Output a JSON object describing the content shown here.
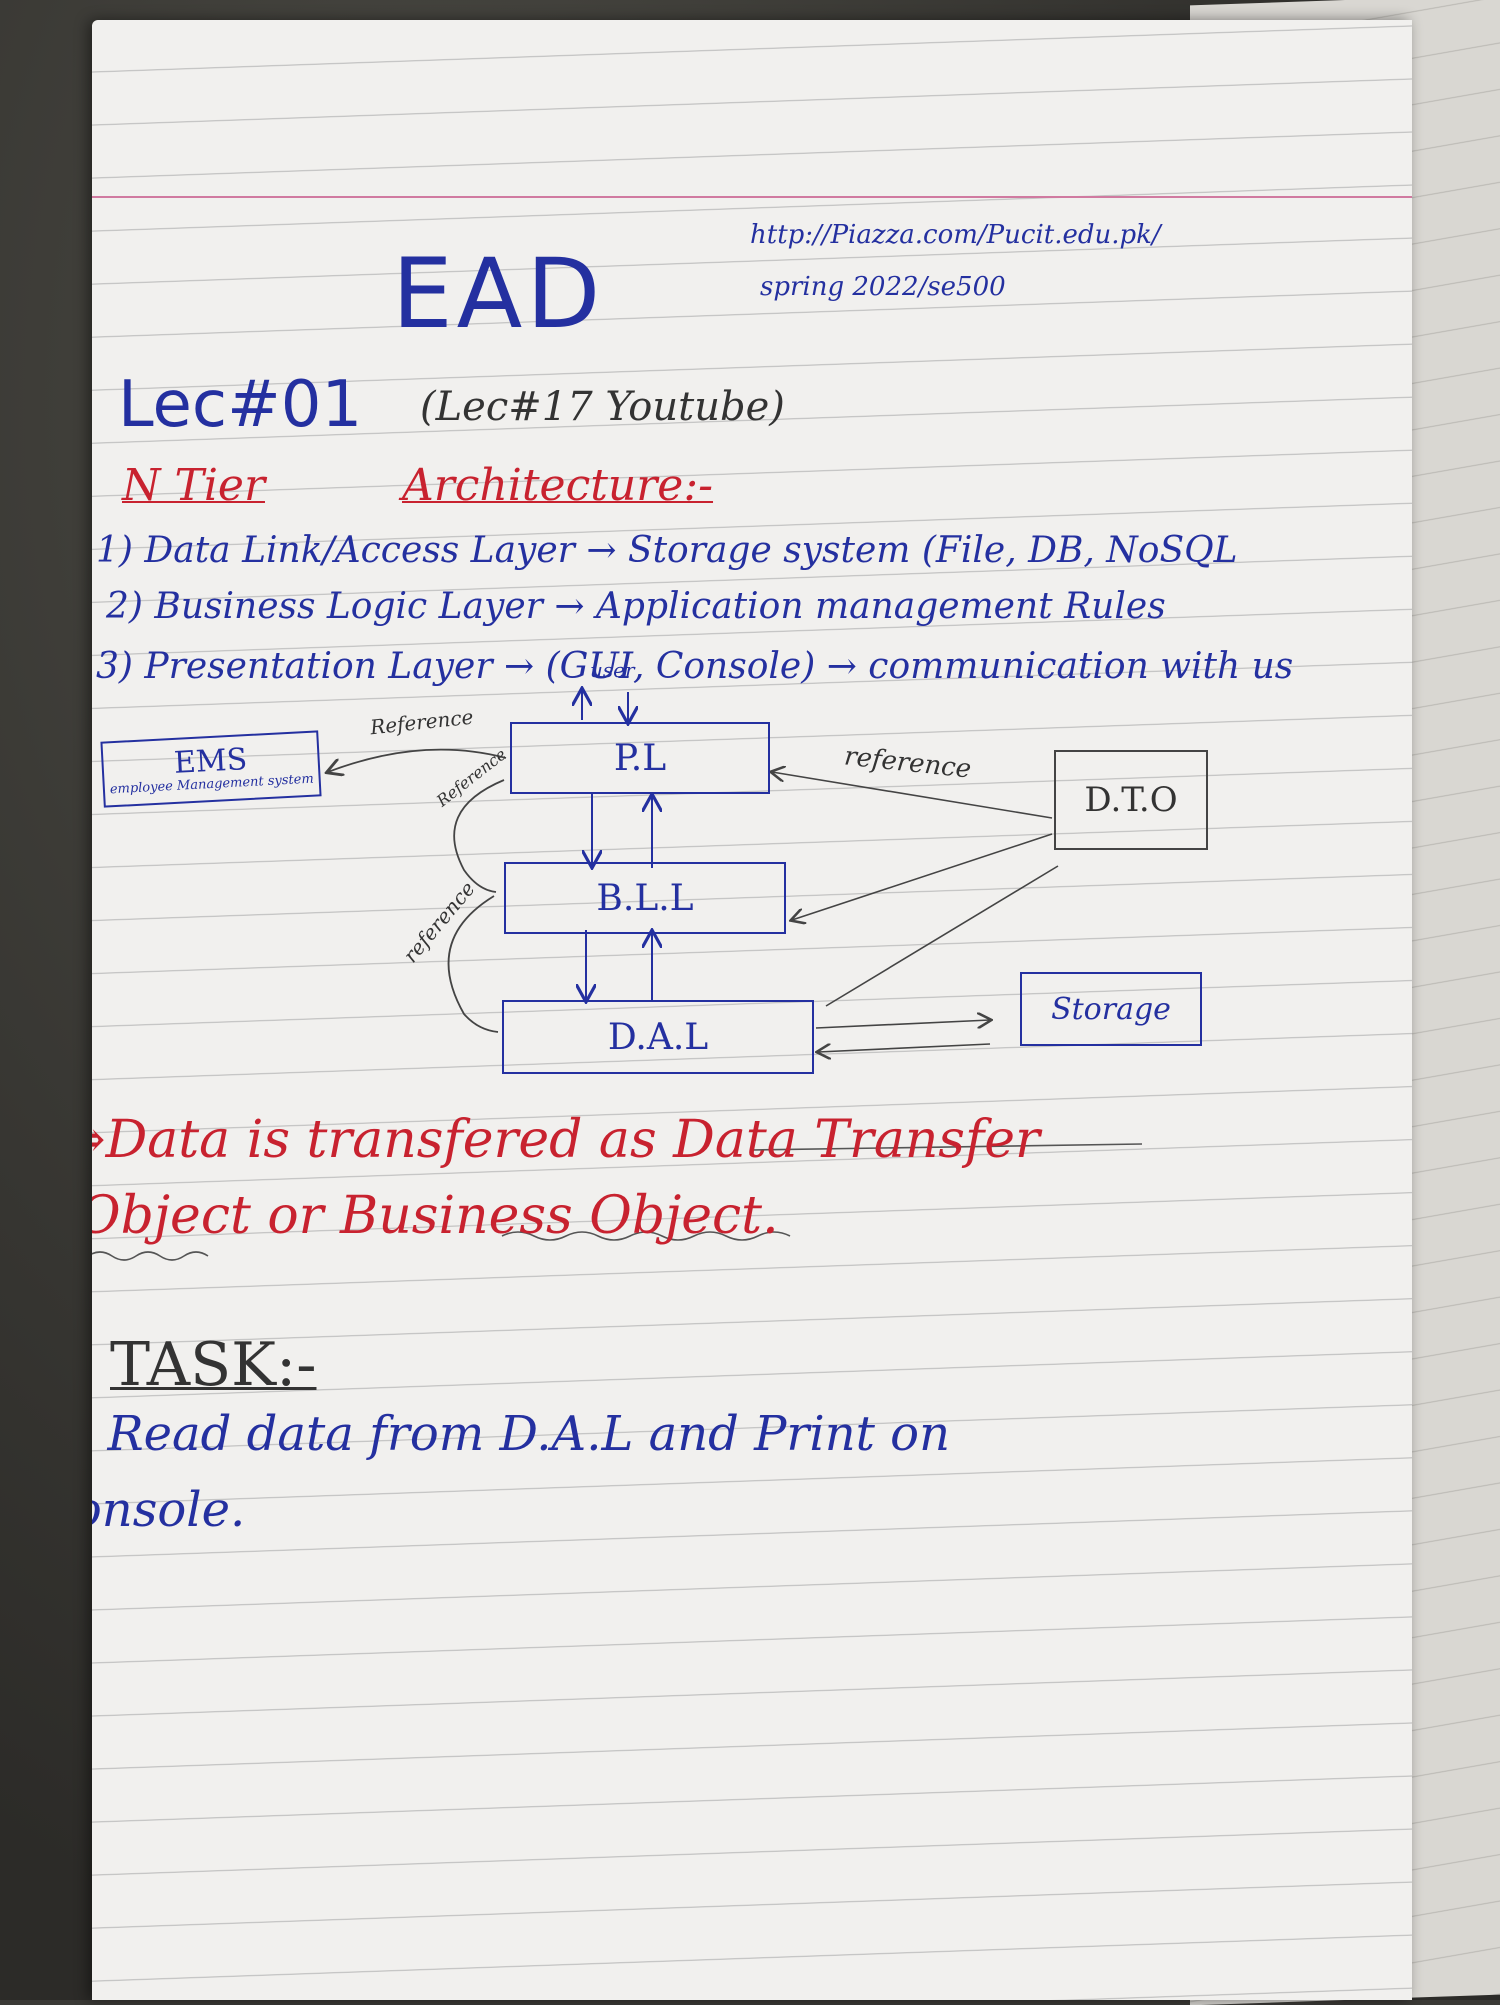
{
  "header": {
    "title": "EAD",
    "url": "http://Piazza.com/Pucit.edu.pk/",
    "semester": "spring 2022/se500"
  },
  "lecture": {
    "number": "Lec#01",
    "youtube": "(Lec#17 Youtube)"
  },
  "topic": {
    "word1": "N Tier",
    "word2": "Architecture:-"
  },
  "layers": [
    "1) Data Link/Access Layer → Storage system (File, DB, NoSQL",
    "2) Business Logic Layer → Application management Rules",
    "3) Presentation Layer → (GUI, Console) → communication with us"
  ],
  "diagram": {
    "user": "user",
    "ems": "EMS",
    "ems_sub": "employee Management system",
    "pl": "P.L",
    "bll": "B.L.L",
    "dal": "D.A.L",
    "dto": "D.T.O",
    "storage": "Storage",
    "ref_ems": "Reference",
    "ref_pl_left": "Reference",
    "ref_bll_left": "reference",
    "ref_dto": "reference"
  },
  "note": {
    "line1": "⇒Data is transfered as Data Transfer",
    "line2": "Object or Business Object."
  },
  "task": {
    "heading": "TASK:-",
    "line1": "⇒ Read data from D.A.L and Print on",
    "line2": "console."
  }
}
